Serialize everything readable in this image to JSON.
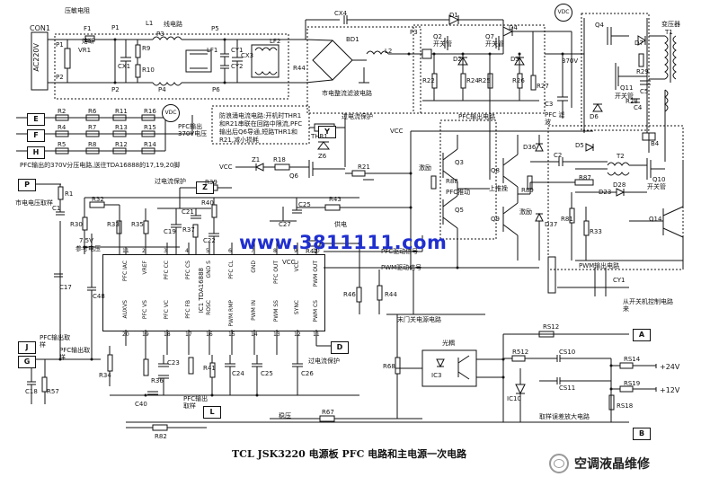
{
  "watermark": "www.3811111.com",
  "caption": "TCL JSK3220 电源板 PFC 电路和主电源一次电路",
  "wechat_name": "空调液晶维修",
  "ic": {
    "name": "IC1 TDA16888",
    "top_pins": [
      {
        "num": "11",
        "name": "PFC IAC"
      },
      {
        "num": "2",
        "name": "VREF"
      },
      {
        "num": "3",
        "name": "PFC CC"
      },
      {
        "num": "4",
        "name": "PFC CS"
      },
      {
        "num": "5",
        "name": "GND S"
      },
      {
        "num": "6",
        "name": "PFC CL"
      },
      {
        "num": "7",
        "name": "GND"
      },
      {
        "num": "8",
        "name": "PFC OUT"
      },
      {
        "num": "9",
        "name": "VCC"
      },
      {
        "num": "10",
        "name": "PWM OUT"
      }
    ],
    "bottom_pins": [
      {
        "num": "20",
        "name": "AUXVS"
      },
      {
        "num": "19",
        "name": "PFC VS"
      },
      {
        "num": "18",
        "name": "PFC VC"
      },
      {
        "num": "17",
        "name": "PFC FB"
      },
      {
        "num": "16",
        "name": "ROSC"
      },
      {
        "num": "15",
        "name": "PWM RMP"
      },
      {
        "num": "14",
        "name": "PWM IN"
      },
      {
        "num": "13",
        "name": "PWM SS"
      },
      {
        "num": "12",
        "name": "SYNC"
      },
      {
        "num": "11",
        "name": "PWM CS"
      }
    ]
  },
  "connectors": {
    "con1": "CON1",
    "ac": "AC220V",
    "p1": "P1",
    "p2": "P2",
    "e": "E",
    "f": "F",
    "h": "H",
    "l": "L",
    "p": "P",
    "z": "Z",
    "y": "Y",
    "j": "J",
    "g": "G",
    "d": "D",
    "a": "A",
    "b": "B",
    "vdc1": "VDC",
    "vdc2": "VDC"
  },
  "labels": {
    "ntc": "压敏电阻",
    "fuse": "熔断",
    "inductor": "线电路",
    "bridge": "BD1",
    "bridge_label": "市电整流滤波电路",
    "filter": "L2",
    "l1": "L1",
    "lf1": "LF1",
    "lf2": "LF2",
    "f1": "F1",
    "vr1": "VR1",
    "p1_top": "P1",
    "p2_top": "P2",
    "p3": "P3",
    "p4": "P4",
    "p5": "P5",
    "p6": "P6",
    "cx1": "CX1",
    "cx2": "CX2",
    "cx3": "CX3",
    "cx4": "CX4",
    "cy1": "CY1",
    "cy2": "CY2",
    "r9": "R9",
    "r10": "R10",
    "r44": "R44",
    "d1": "D1",
    "d4": "D4",
    "d5": "D5",
    "q1": "Q1",
    "q2": "Q2",
    "q4": "Q4",
    "q5": "Q5",
    "q7": "Q7",
    "q8": "Q8",
    "q9": "Q9",
    "q10": "Q10",
    "q11": "Q11",
    "q14": "Q14",
    "pfc_sw1": "开关管",
    "pfc_sw2": "开关管",
    "pfc_out": "PFC输出电路",
    "pfc_cap": "PFC 滤波",
    "v370": "370V",
    "r22": "R22",
    "r24": "R24",
    "r25": "R25",
    "r26": "R26",
    "r27": "R27",
    "d2": "D2",
    "d3": "D3",
    "c3": "C3",
    "transformer": "变压器",
    "t1": "T1",
    "tr_sw": "开关管",
    "d6": "D6",
    "d7": "D7",
    "r29": "R29",
    "r28": "R28",
    "c5": "C5",
    "c4": "C4",
    "b4": "B4",
    "r12": "R12",
    "r6": "R6",
    "r11": "R11",
    "r16": "R16",
    "r4": "R4",
    "r7": "R7",
    "r13": "R13",
    "r15": "R15",
    "r2": "R2",
    "r5": "R5",
    "r8": "R8",
    "r14": "R14",
    "pfc_370": "PFC输出 370V电压",
    "pfc_370_note": "PFC输出的370V分压电路,送往TDA16888的17,19,20脚",
    "note": "防浪涌电流电路:开机时THR1和R21串联在回路中限流,PFC输出后Q6导通,短路THR1和R21,减小损耗",
    "thr1": "THR1",
    "z6": "Z6",
    "r21": "R21",
    "vcc": "VCC",
    "z1": "Z1",
    "r18": "R18",
    "q6": "Q6",
    "overvolt": "过电流保护",
    "q3": "Q3",
    "r88": "R88",
    "pfc_drive": "PFC推动",
    "drive": "激励",
    "d36": "D36",
    "d37": "D37",
    "r89": "R89",
    "upper_drive": "上推挽",
    "c2": "C2",
    "t2": "T2",
    "r87": "R87",
    "d28": "D28",
    "d23": "D23",
    "sw_tube": "开关管",
    "r81": "R81",
    "r33": "R33",
    "pwm_out": "PWM输出电路",
    "r1": "R1",
    "mains_sample": "市电电压取样",
    "c1": "C1",
    "r32": "R32",
    "r30": "R30",
    "r35": "R35",
    "v75": "7.5V",
    "vref": "参考电压",
    "c17": "C17",
    "c48": "C48",
    "overcurrent": "过电流保护",
    "r39": "R39",
    "c19": "C19",
    "c21": "C21",
    "r40": "R40",
    "r37": "R37",
    "c22": "C22",
    "r43": "R43",
    "r42": "R42",
    "c27": "C27",
    "c25": "C25",
    "power": "供电",
    "pfc_drive_sig": "PFC驱动信号",
    "pwm_drive_sig": "PWM驱动信号",
    "r46": "R46",
    "r44b": "R44",
    "standby": "末门关电源电路",
    "pfc_sample": "PFC输出取样",
    "pfc_sample2": "PFC输出取样",
    "r34": "R34",
    "c18": "C18",
    "r57": "R57",
    "r36": "R36",
    "c23": "C23",
    "c40": "C40",
    "r41": "R41",
    "c24": "C24",
    "c25b": "C25",
    "c26": "C26",
    "pfc_fb_sample": "PFC输出取样",
    "overcurrent2": "过电流保护",
    "regulate": "稳压",
    "r82": "R82",
    "r67": "R67",
    "optocoupler": "光耦",
    "ic3": "IC3",
    "r68": "R68",
    "rs12": "RS12",
    "r512": "R512",
    "cs10": "CS10",
    "cs11": "CS11",
    "ic10": "IC10",
    "rs14": "RS14",
    "rs19": "RS19",
    "rs18": "RS18",
    "v24": "+24V",
    "v12": "+12V",
    "sample_amp": "取样误差放大电路",
    "from_switch": "从开关机控制电路来"
  }
}
